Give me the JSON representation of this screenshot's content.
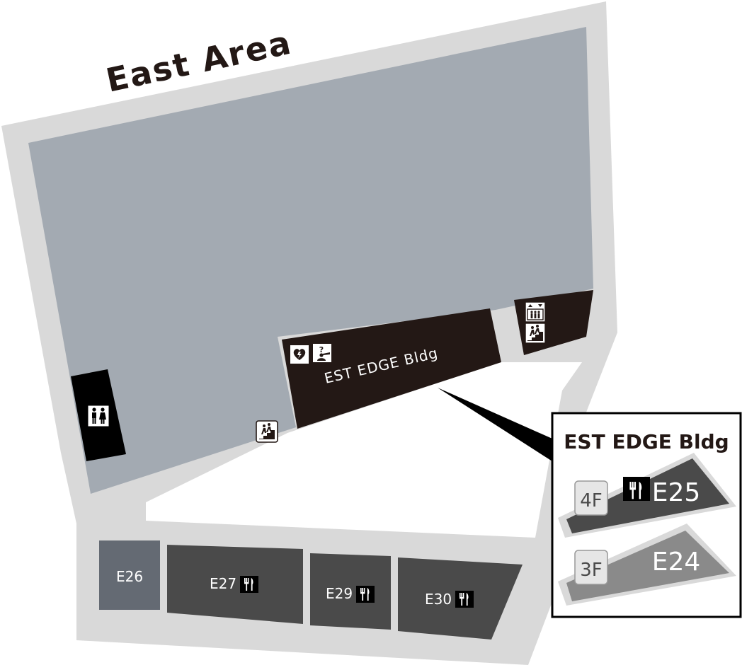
{
  "map": {
    "title": "East Area",
    "building_label": "EST EDGE Bldg",
    "shops": [
      {
        "code": "E26",
        "restaurant": false
      },
      {
        "code": "E27",
        "restaurant": true
      },
      {
        "code": "E29",
        "restaurant": true
      },
      {
        "code": "E30",
        "restaurant": true
      }
    ],
    "icons": [
      "restroom-icon",
      "aed-icon",
      "information-icon",
      "stairs-icon",
      "elevator-icon"
    ]
  },
  "inset": {
    "title": "EST EDGE Bldg",
    "floors": [
      {
        "floor": "4F",
        "shop": "E25",
        "restaurant": true
      },
      {
        "floor": "3F",
        "shop": "E24",
        "restaurant": false
      }
    ]
  },
  "colors": {
    "outline": "#d9d9d9",
    "plaza": "#a3aab2",
    "building": "#231815",
    "shop_dark": "#4a4a4a",
    "shop_blue": "#646a73",
    "floor_light": "#8a8a8a"
  }
}
